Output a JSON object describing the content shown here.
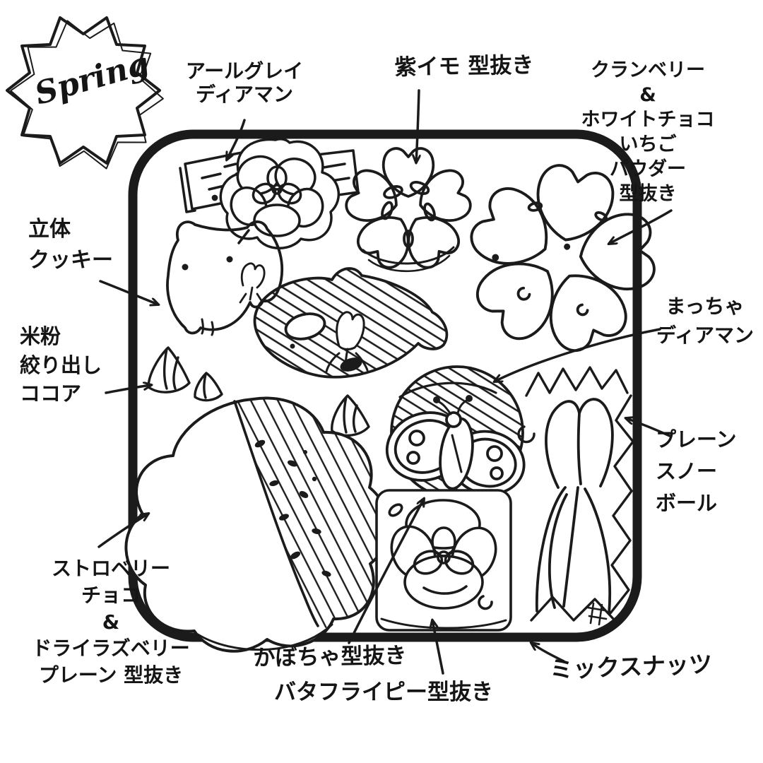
{
  "badge": {
    "text": "Spring"
  },
  "labels": {
    "earl_grey": "アールグレイ\nディアマン",
    "murasaki_imo": "紫イモ 型抜き",
    "cranberry": "クランベリー\n&\nホワイトチョコ\nいちご\nパウダー\n型抜き",
    "rittai": "立体\nクッキー",
    "komeko": "米粉\n絞り出し\nココア",
    "matcha": "まっちゃ\nディアマン",
    "plain_snowball": "プレーン\nスノー\nボール",
    "strawberry": "ストロベリー\nチョコ\n&\nドライラズベリー\nプレーン 型抜き",
    "kabocha": "かぼちゃ型抜き",
    "butterfly_pea": "バタフライピー型抜き",
    "mixed_nuts": "ミックスナッツ"
  },
  "colors": {
    "ink": "#1b1b1b",
    "paper": "#ffffff"
  }
}
